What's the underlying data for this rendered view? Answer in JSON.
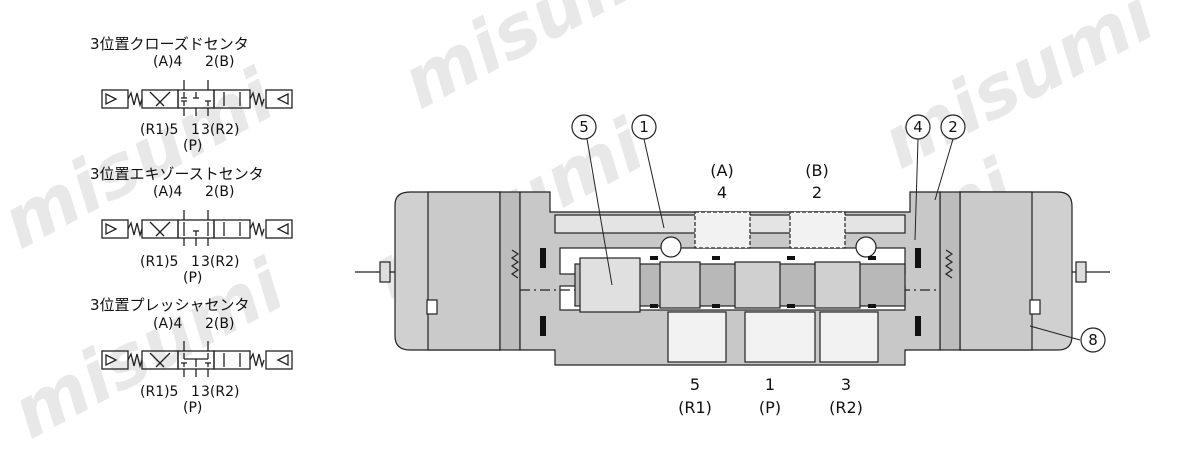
{
  "symbols": [
    {
      "title": "3位置クローズドセンタ",
      "top_left": "(A)4",
      "top_right": "2(B)",
      "bottom_left": "(R1)5",
      "bottom_mid": "1",
      "bottom_right": "3(R2)",
      "bottom_p": "(P)"
    },
    {
      "title": "3位置エキゾーストセンタ",
      "top_left": "(A)4",
      "top_right": "2(B)",
      "bottom_left": "(R1)5",
      "bottom_mid": "1",
      "bottom_right": "3(R2)",
      "bottom_p": "(P)"
    },
    {
      "title": "3位置プレッシャセンタ",
      "top_left": "(A)4",
      "top_right": "2(B)",
      "bottom_left": "(R1)5",
      "bottom_mid": "1",
      "bottom_right": "3(R2)",
      "bottom_p": "(P)"
    }
  ],
  "section": {
    "callouts": [
      "5",
      "1",
      "4",
      "2",
      "8"
    ],
    "top_ports": [
      {
        "name": "(A)",
        "number": "4"
      },
      {
        "name": "(B)",
        "number": "2"
      }
    ],
    "bottom_ports": [
      {
        "number": "5",
        "name": "(R1)"
      },
      {
        "number": "1",
        "name": "(P)"
      },
      {
        "number": "3",
        "name": "(R2)"
      }
    ]
  },
  "watermark": "misumi",
  "colors": {
    "body": "#c8c8c8",
    "dark": "#7a7a7a",
    "line": "#222222",
    "seal": "#111111",
    "watermark": "#e6e6e6"
  }
}
